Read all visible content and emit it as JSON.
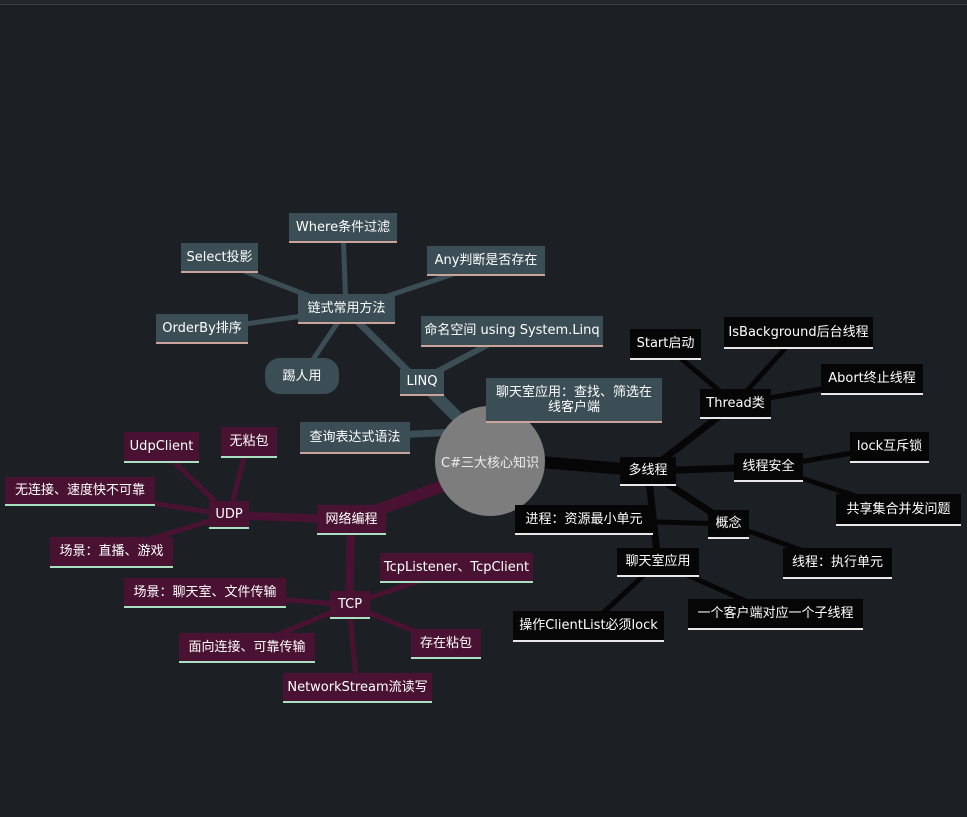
{
  "colors": {
    "background": "#1c2024",
    "linq_branch": "#3b4d55",
    "network_branch": "#4a1232",
    "multithread_branch": "#060606",
    "root": "#7d7d7d"
  },
  "root": {
    "label": "C#三大核心知识"
  },
  "linq": {
    "label": "LINQ",
    "chain": {
      "label": "链式常用方法",
      "children": [
        "Select投影",
        "Where条件过滤",
        "Any判断是否存在",
        "OrderBy排序",
        "踢人用"
      ]
    },
    "namespace": "命名空间 using System.Linq",
    "chatroom": "聊天室应用：查找、筛选在线客户端",
    "query": "查询表达式语法"
  },
  "network": {
    "label": "网络编程",
    "udp": {
      "label": "UDP",
      "children": [
        "UdpClient",
        "无粘包",
        "无连接、速度快不可靠",
        "场景：直播、游戏"
      ]
    },
    "tcp": {
      "label": "TCP",
      "children": [
        "TcpListener、TcpClient",
        "场景：聊天室、文件传输",
        "面向连接、可靠传输",
        "存在粘包",
        "NetworkStream流读写"
      ]
    }
  },
  "multithread": {
    "label": "多线程",
    "thread": {
      "label": "Thread类",
      "children": [
        "Start启动",
        "IsBackground后台线程",
        "Abort终止线程"
      ]
    },
    "safety": {
      "label": "线程安全",
      "children": [
        "lock互斥锁",
        "共享集合并发问题"
      ]
    },
    "concept": {
      "label": "概念",
      "children": [
        "进程：资源最小单元",
        "线程：执行单元"
      ]
    },
    "chatroom": {
      "label": "聊天室应用",
      "children": [
        "操作ClientList必须lock",
        "一个客户端对应一个子线程"
      ]
    }
  }
}
